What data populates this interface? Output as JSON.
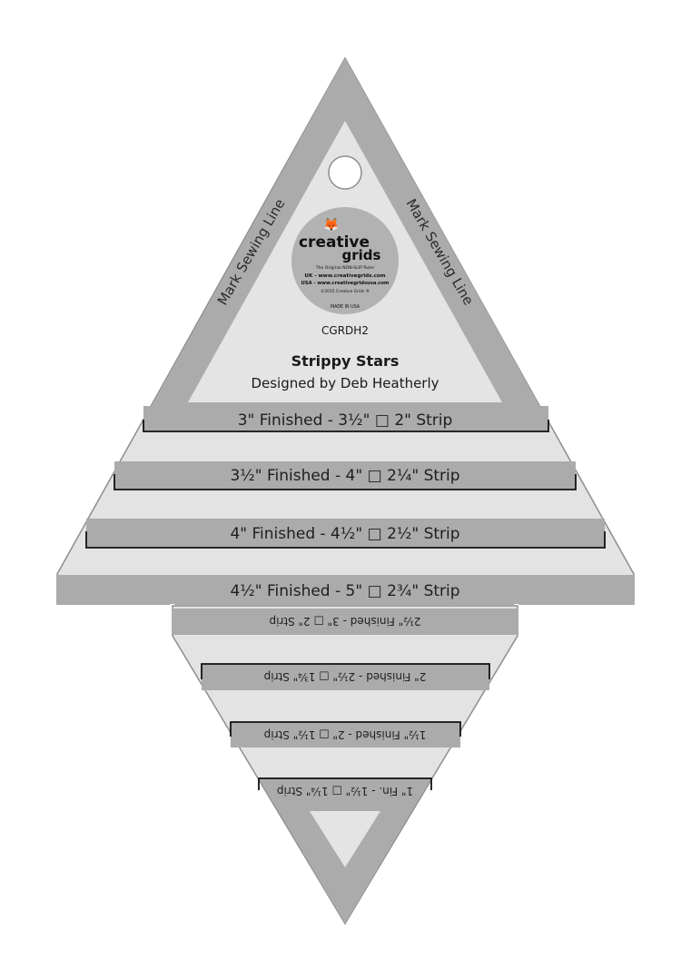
{
  "ruler": {
    "side_label_left": "Mark Sewing Line",
    "side_label_right": "Mark Sewing Line",
    "brand": {
      "name_line1": "creative",
      "name_line2": "grids",
      "tagline": "The Original NON-SLIP Ruler",
      "uk_url": "UK - www.creativegrids.com",
      "usa_url": "USA - www.creativegridsusa.com",
      "copyright": "©2015 Creative Grids ®",
      "made_in": "MADE IN USA"
    },
    "product_code": "CGRDH2",
    "title": "Strippy Stars",
    "designer": "Designed by Deb Heatherly",
    "strips_upright": [
      {
        "pre": "3\" Finished - 3½\"",
        "post": "2\" Strip"
      },
      {
        "pre": "3½\" Finished - 4\"",
        "post": "2¼\" Strip"
      },
      {
        "pre": "4\" Finished - 4½\"",
        "post": "2½\" Strip"
      },
      {
        "pre": "4½\" Finished - 5\"",
        "post": "2¾\" Strip"
      }
    ],
    "strips_inverted": [
      {
        "pre": "2½\" Finished - 3\"",
        "post": "2\" Strip"
      },
      {
        "pre": "2\" Finished - 2½\"",
        "post": "1¾\" Strip"
      },
      {
        "pre": "1½\" Finished - 2\"",
        "post": "1½\" Strip"
      },
      {
        "pre": "1\" Fin. - 1½\"",
        "post": "1¼\" Strip"
      }
    ],
    "colors": {
      "ruler_body": "#e4e4e4",
      "band": "#ababab",
      "outline": "#8a8a8a",
      "guide_line": "#111111"
    }
  }
}
